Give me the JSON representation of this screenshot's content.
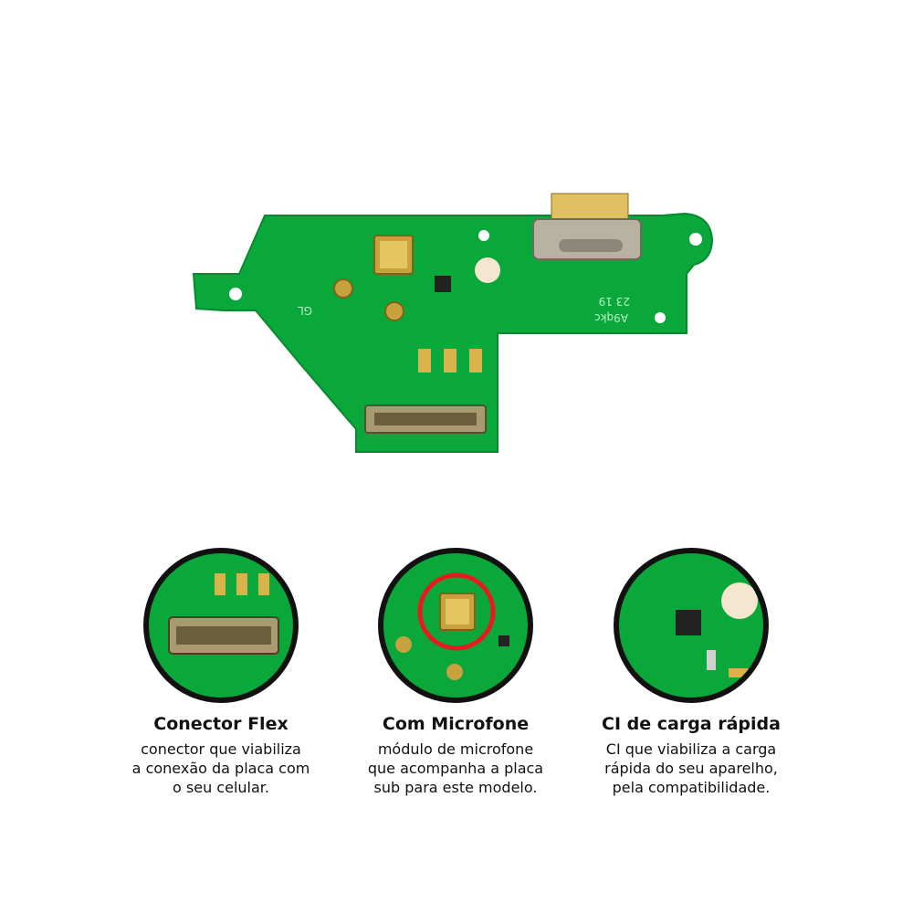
{
  "board": {
    "silkscreen_left": "GL",
    "silkscreen_right_line1": "23 19",
    "silkscreen_right_line2": "A9qkc"
  },
  "features": [
    {
      "title": "Conector Flex",
      "line1": "conector que viabiliza",
      "line2": "a conexão da placa com",
      "line3": "o seu celular."
    },
    {
      "title": "Com Microfone",
      "line1": "módulo de microfone",
      "line2": "que acompanha a placa",
      "line3": "sub para este modelo."
    },
    {
      "title": "CI de carga rápida",
      "line1": "CI que viabiliza a carga",
      "line2": "rápida do seu aparelho,",
      "line3": "pela compatibilidade."
    }
  ],
  "colors": {
    "pcb_green": "#0aa83a",
    "highlight_ring": "#e8191f",
    "gold": "#d9b24a"
  }
}
